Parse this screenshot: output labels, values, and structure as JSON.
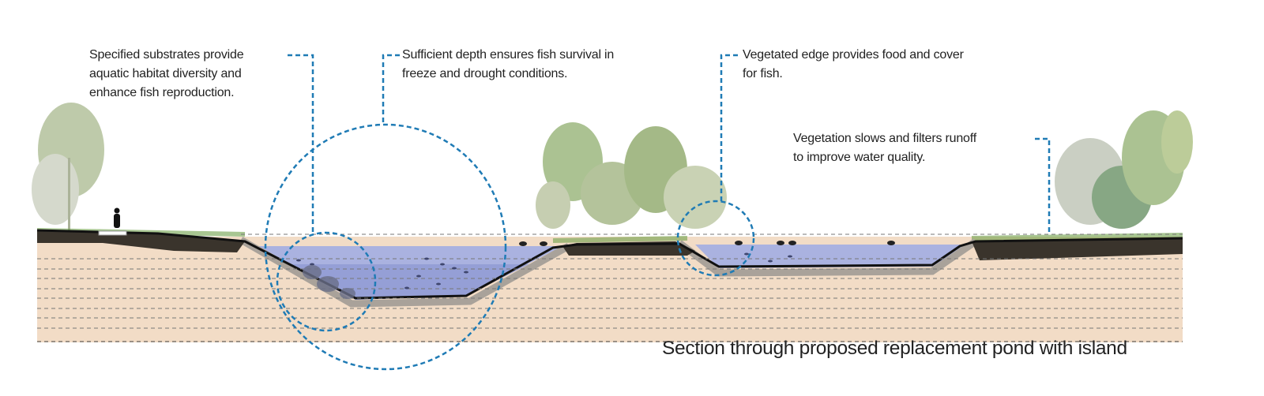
{
  "annotations": {
    "substrates": {
      "lines": [
        "Specified substrates provide",
        "aquatic habitat diversity and",
        "enhance fish reproduction."
      ]
    },
    "depth": {
      "lines": [
        "Sufficient depth ensures fish survival in",
        "freeze and drought conditions."
      ]
    },
    "edge": {
      "lines": [
        "Vegetated edge provides food and cover",
        "for fish."
      ]
    },
    "runoff": {
      "lines": [
        "Vegetation slows and filters runoff",
        "to improve water quality."
      ]
    }
  },
  "title": "Section through proposed replacement pond with island",
  "colors": {
    "callout": "#1f7bb5",
    "soil": "#f2dcc6",
    "water": "#aab2e0",
    "water_deep": "#8c97d2",
    "topsoil": "#3a342c",
    "tree": "#8fae6e"
  }
}
